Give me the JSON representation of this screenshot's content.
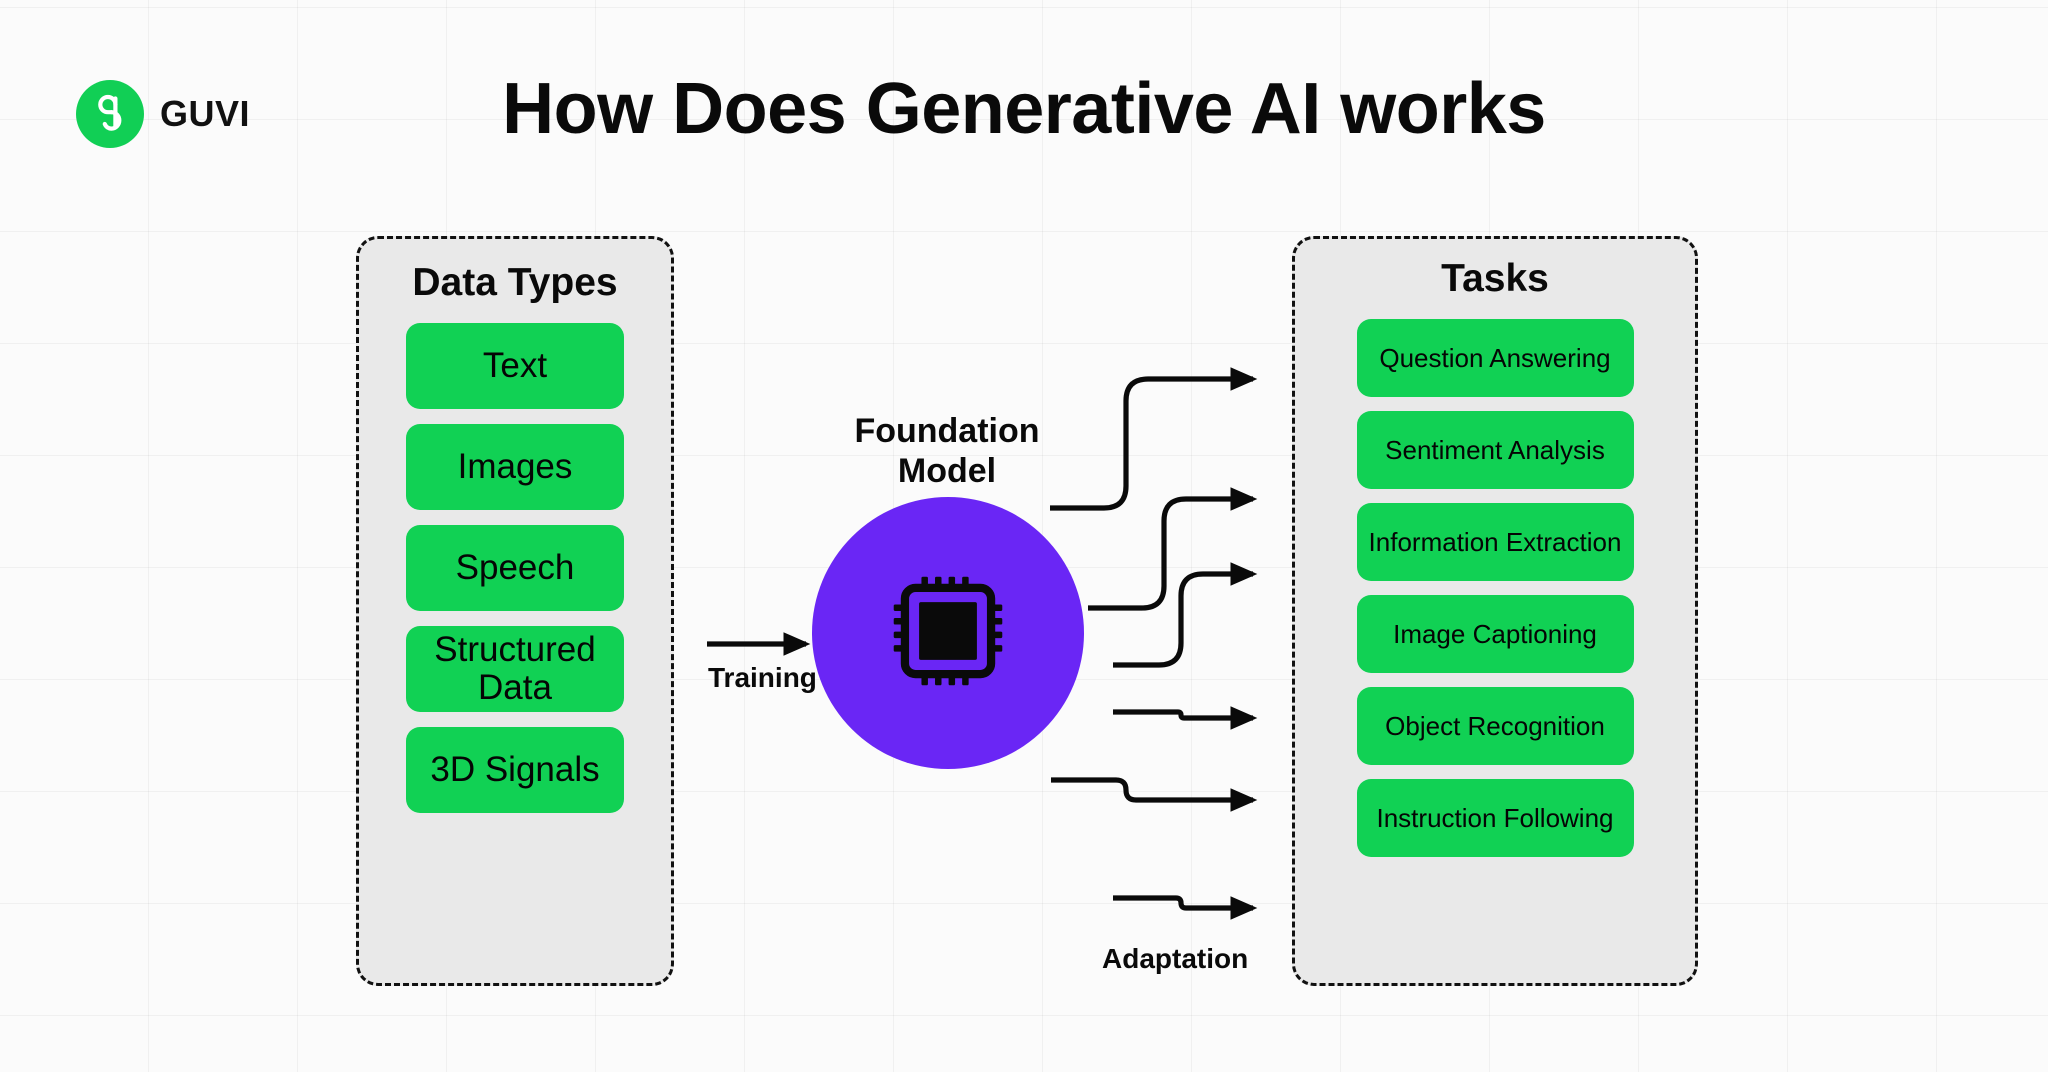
{
  "page": {
    "title": "How Does Generative AI works",
    "background_color": "#fbfbfb"
  },
  "brand": {
    "name": "GUVI",
    "logo_icon": "guvi-g-logo-icon",
    "logo_color": "#11cf55"
  },
  "diagram": {
    "type": "flow",
    "colors": {
      "accent_green": "#11d154",
      "accent_purple": "#6a26f5",
      "panel_fill": "#e9e9e9",
      "panel_border": "#111111",
      "text": "#0a0a0a"
    },
    "input_panel": {
      "title": "Data Types",
      "items": [
        {
          "label": "Text"
        },
        {
          "label": "Images"
        },
        {
          "label": "Speech"
        },
        {
          "label": "Structured Data"
        },
        {
          "label": "3D Signals"
        }
      ]
    },
    "center": {
      "label": "Foundation Model",
      "label_line_1": "Foundation",
      "label_line_2": "Model",
      "icon": "cpu-chip-icon"
    },
    "output_panel": {
      "title": "Tasks",
      "items": [
        {
          "label": "Question Answering"
        },
        {
          "label": "Sentiment Analysis"
        },
        {
          "label": "Information Extraction"
        },
        {
          "label": "Image Captioning"
        },
        {
          "label": "Object Recognition"
        },
        {
          "label": "Instruction Following"
        }
      ]
    },
    "flows": [
      {
        "label": "Training",
        "from": "Data Types",
        "to": "Foundation Model"
      },
      {
        "label": "Adaptation",
        "from": "Foundation Model",
        "to": "Tasks"
      }
    ]
  }
}
